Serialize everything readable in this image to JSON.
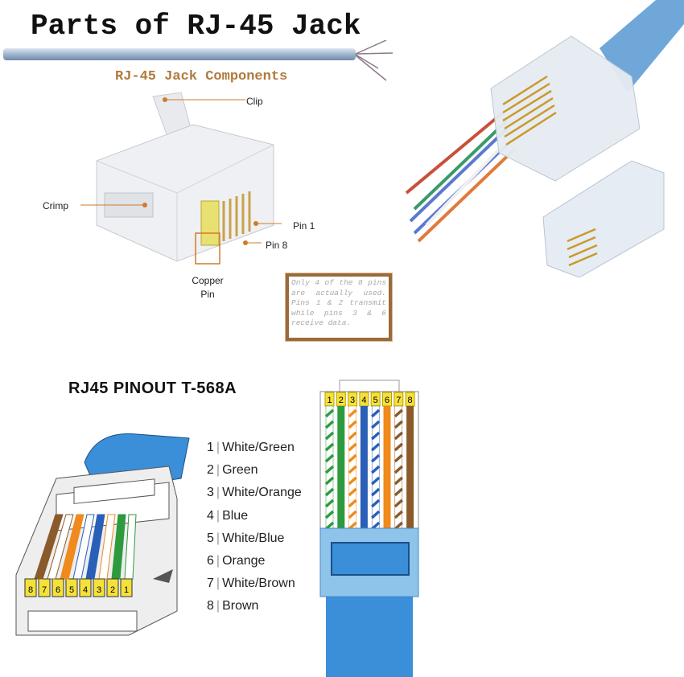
{
  "title": "Parts of RJ-45 Jack",
  "subtitle": "RJ-45 Jack Components",
  "components": {
    "clip": "Clip",
    "crimp": "Crimp",
    "pin1": "Pin 1",
    "pin8": "Pin 8",
    "copper_pin_line1": "Copper",
    "copper_pin_line2": "Pin"
  },
  "note": "Only 4 of the 8 pins are actually used. Pins 1 & 2 transmit while pins 3 & 6 receive data.",
  "pinout": {
    "title": "RJ45 PINOUT  T-568A",
    "separator": "|",
    "pins": [
      {
        "num": "1",
        "label": "White/Green",
        "color": "#2e9a3e",
        "striped": true
      },
      {
        "num": "2",
        "label": "Green",
        "color": "#2e9a3e",
        "striped": false
      },
      {
        "num": "3",
        "label": "White/Orange",
        "color": "#f08a1c",
        "striped": true
      },
      {
        "num": "4",
        "label": "Blue",
        "color": "#2a5fb8",
        "striped": false
      },
      {
        "num": "5",
        "label": "White/Blue",
        "color": "#2a5fb8",
        "striped": true
      },
      {
        "num": "6",
        "label": "Orange",
        "color": "#f08a1c",
        "striped": false
      },
      {
        "num": "7",
        "label": "White/Brown",
        "color": "#8a5a2a",
        "striped": true
      },
      {
        "num": "8",
        "label": "Brown",
        "color": "#8a5a2a",
        "striped": false
      }
    ]
  },
  "colors": {
    "accent_brown": "#b07a3c",
    "cable_blue": "#3a8fd8",
    "pin_yellow": "#f5e13a"
  }
}
